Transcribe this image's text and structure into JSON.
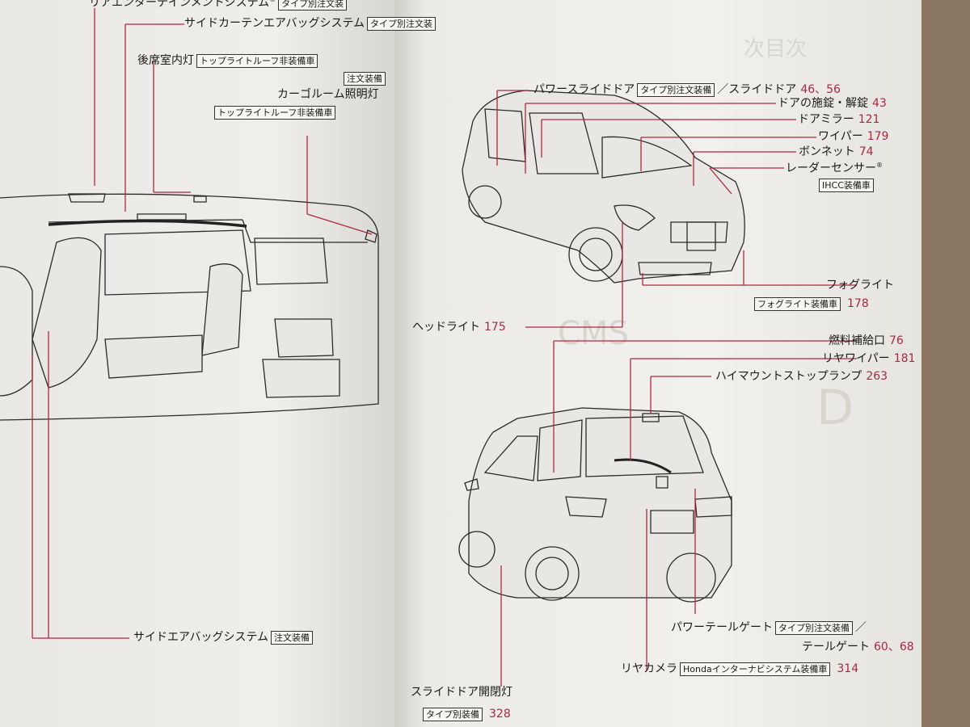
{
  "left_labels": [
    {
      "text": "リアエンターテインメントシステム",
      "box": "タイプ別注文装"
    },
    {
      "text": "サイドカーテンエアバッグシステム",
      "box": "タイプ別注文装"
    },
    {
      "text": "後席室内灯",
      "box": "トップライトルーフ非装備車"
    },
    {
      "text": "",
      "box": "注文装備"
    },
    {
      "text": "カーゴルーム照明灯",
      "box": ""
    },
    {
      "text": "",
      "box": "トップライトルーフ非装備車"
    },
    {
      "text": "サイドエアバッグシステム",
      "box": "注文装備"
    }
  ],
  "right_labels": [
    {
      "text": "パワースライドドア",
      "box": "タイプ別注文装備",
      "after": "／スライドドア",
      "page": "46、56"
    },
    {
      "text": "ドアの施錠・解錠",
      "box": "",
      "after": "",
      "page": "43"
    },
    {
      "text": "ドアミラー",
      "box": "",
      "after": "",
      "page": "121"
    },
    {
      "text": "ワイパー",
      "box": "",
      "after": "",
      "page": "179"
    },
    {
      "text": "ボンネット",
      "box": "",
      "after": "",
      "page": "74"
    },
    {
      "text": "レーダーセンサー",
      "box": "",
      "after": "",
      "page": ""
    },
    {
      "text": "",
      "box": "IHCC装備車",
      "after": "",
      "page": ""
    },
    {
      "text": "フォグライト",
      "box": "",
      "after": "",
      "page": ""
    },
    {
      "text": "",
      "box": "フォグライト装備車",
      "after": "",
      "page": "178"
    },
    {
      "text": "ヘッドライト",
      "box": "",
      "after": "",
      "page": "175"
    },
    {
      "text": "燃料補給口",
      "box": "",
      "after": "",
      "page": "76"
    },
    {
      "text": "リヤワイパー",
      "box": "",
      "after": "",
      "page": "181"
    },
    {
      "text": "ハイマウントストップランプ",
      "box": "",
      "after": "",
      "page": "263"
    },
    {
      "text": "パワーテールゲート",
      "box": "タイプ別注文装備",
      "after": "／",
      "page": ""
    },
    {
      "text": "テールゲート",
      "box": "",
      "after": "",
      "page": "60、68"
    },
    {
      "text": "リヤカメラ",
      "box": "Hondaインターナビシステム装備車",
      "after": "",
      "page": "314"
    },
    {
      "text": "スライドドア開閉灯",
      "box": "",
      "after": "",
      "page": ""
    },
    {
      "text": "",
      "box": "タイプ別装備",
      "after": "",
      "page": "328"
    }
  ],
  "ghost_texts": [
    "次目次",
    "CMS",
    "D"
  ]
}
